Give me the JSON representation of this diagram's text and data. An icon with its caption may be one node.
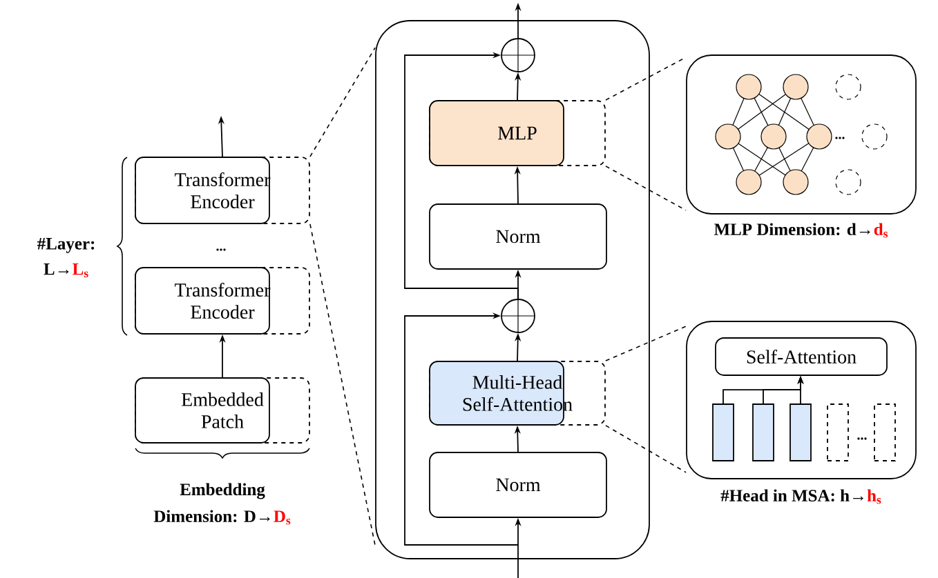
{
  "diagram": {
    "nodes": [
      {
        "text": [
          "Transformer Encoder"
        ]
      },
      {
        "text": [
          "Transformer Encoder"
        ]
      },
      {
        "text": [
          "Embedded Patch"
        ]
      },
      {
        "text": [],
        "shape": "box"
      },
      {
        "text": [],
        "shape": "circle",
        "in": 3
      },
      {
        "text": [
          "MLP"
        ],
        "in": 3
      },
      {
        "text": [
          "Norm"
        ],
        "in": 3
      },
      {
        "text": [],
        "shape": "circle",
        "in": 3
      },
      {
        "text": [
          "Multi-Head Self-Attention"
        ],
        "in": 3
      },
      {
        "text": [
          "Norm"
        ],
        "in": 3
      },
      {
        "text": [],
        "shape": "box",
        "beside": [
          "MLP Dimension: d→",
          "d$_{s}$"
        ]
      },
      {
        "text": [],
        "shape": "box",
        "beside": [
          "#Head in MSA: h→",
          "h$_{s}$"
        ]
      },
      {
        "text": [
          "Self-Attention"
        ],
        "in": 11
      },
      {
        "text": [],
        "shape": "bar",
        "in": 11
      },
      {
        "text": [],
        "shape": "bar",
        "in": 11
      },
      {
        "text": [],
        "shape": "bar",
        "in": 11
      },
      {
        "text": [],
        "shape": "bar",
        "in": 11
      },
      {
        "text": [],
        "shape": "bar",
        "in": 11
      }
    ],
    "edges": [
      {
        "from": 2,
        "to": 1,
        "arrow": "to"
      },
      {
        "from": 0,
        "to": null,
        "arrow": "to"
      },
      {
        "from": 0,
        "to": 3,
        "arrow": "none",
        "style": "dashed"
      },
      {
        "from": 0,
        "to": 3,
        "arrow": "none",
        "style": "dashed"
      },
      {
        "from": null,
        "to": 9,
        "arrow": "to"
      },
      {
        "from": null,
        "to": 7,
        "arrow": "to"
      },
      {
        "from": 9,
        "to": 8,
        "arrow": "to"
      },
      {
        "from": 8,
        "to": 7,
        "arrow": "to"
      },
      {
        "from": 7,
        "to": 6,
        "arrow": "to"
      },
      {
        "from": 7,
        "to": 4,
        "arrow": "to"
      },
      {
        "from": 6,
        "to": 5,
        "arrow": "to"
      },
      {
        "from": 5,
        "to": 4,
        "arrow": "to"
      },
      {
        "from": 4,
        "to": null,
        "arrow": "to"
      },
      {
        "from": 5,
        "to": 10,
        "arrow": "none",
        "style": "dashed"
      },
      {
        "from": 5,
        "to": 10,
        "arrow": "none",
        "style": "dashed"
      },
      {
        "from": 8,
        "to": 11,
        "arrow": "none",
        "style": "dashed"
      },
      {
        "from": 8,
        "to": 11,
        "arrow": "none",
        "style": "dashed"
      },
      {
        "from": 13,
        "to": 12,
        "arrow": "to"
      },
      {
        "from": 14,
        "to": 12,
        "arrow": "to"
      },
      {
        "from": 15,
        "to": 12,
        "arrow": "to"
      }
    ],
    "labels": [
      "#Layer:",
      "L→",
      "L$_{s}$",
      "...",
      "Embedding",
      "Dimension: D→",
      "D$_{s}$",
      "...",
      "..."
    ]
  }
}
